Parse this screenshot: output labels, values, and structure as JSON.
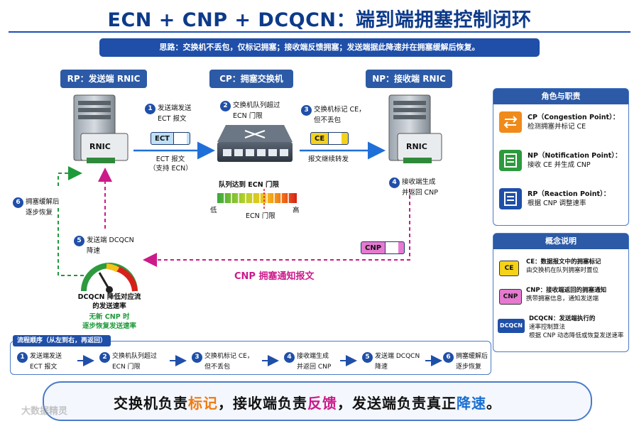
{
  "title": "ECN + CNP + DCQCN：端到端拥塞控制闭环",
  "subtitle": "思路：交换机不丢包，仅标记拥塞；接收端反馈拥塞；发送端据此降速并在拥塞缓解后恢复。",
  "roles": {
    "rp": "RP：发送端 RNIC",
    "cp": "CP：拥塞交换机",
    "np": "NP：接收端 RNIC"
  },
  "rnic_label": "RNIC",
  "steps": {
    "s1": {
      "num": "1",
      "text1": "发送端发送",
      "text2": "ECT 报文"
    },
    "s2": {
      "num": "2",
      "text1": "交换机队列超过",
      "text2": "ECN 门限"
    },
    "s3": {
      "num": "3",
      "text1": "交换机标记 CE，",
      "text2": "但不丢包"
    },
    "s4": {
      "num": "4",
      "text1": "接收端生成",
      "text2": "并返回 CNP"
    },
    "s5": {
      "num": "5",
      "text1": "发送端 DCQCN",
      "text2": "降速"
    },
    "s6": {
      "num": "6",
      "text1": "拥塞缓解后",
      "text2": "逐步恢复"
    }
  },
  "packets": {
    "ect": "ECT",
    "ce": "CE",
    "cnp": "CNP"
  },
  "labels": {
    "ect_packet1": "ECT 报文",
    "ect_packet2": "（支持 ECN）",
    "forward": "报文继续转发",
    "queue": "队列达到 ECN 门限",
    "low": "低",
    "high": "高",
    "threshold": "ECN 门限",
    "cnp_msg": "CNP 拥塞通知报文",
    "dcqcn1": "DCQCN 降低对应流",
    "dcqcn2": "的发送速率",
    "recover1": "无新 CNP 时",
    "recover2": "逐步恢复发送速率"
  },
  "roles_panel": {
    "title": "角色与职责",
    "items": [
      {
        "name": "CP（Congestion Point）：",
        "desc": "检测拥塞并标记 CE"
      },
      {
        "name": "NP（Notification Point）：",
        "desc": "接收 CE 并生成 CNP"
      },
      {
        "name": "RP（Reaction Point）：",
        "desc": "根据 CNP 调整速率"
      }
    ]
  },
  "concepts_panel": {
    "title": "概念说明",
    "items": [
      {
        "tag": "CE",
        "line1": "CE：数据报文中的拥塞标记",
        "line2": "由交换机在队列拥塞时置位"
      },
      {
        "tag": "CNP",
        "line1": "CNP：接收端返回的拥塞通知",
        "line2": "携带拥塞信息，通知发送端"
      },
      {
        "tag": "DCQCN",
        "line1": "DCQCN：发送端执行的",
        "line2": "速率控制算法",
        "line3": "根据 CNP 动态降低或恢复发送速率"
      }
    ]
  },
  "flow": {
    "title": "流程顺序（从左到右，再返回）",
    "steps": [
      {
        "num": "1",
        "l1": "发送端发送",
        "l2": "ECT 报文"
      },
      {
        "num": "2",
        "l1": "交换机队列超过",
        "l2": "ECN 门限"
      },
      {
        "num": "3",
        "l1": "交换机标记 CE，",
        "l2": "但不丢包"
      },
      {
        "num": "4",
        "l1": "接收端生成",
        "l2": "并返回 CNP"
      },
      {
        "num": "5",
        "l1": "发送端 DCQCN",
        "l2": "降速"
      },
      {
        "num": "6",
        "l1": "拥塞缓解后",
        "l2": "逐步恢复"
      }
    ]
  },
  "bottom": {
    "p1": "交换机负责",
    "h1": "标记",
    "p2": "，接收端负责",
    "h2": "反馈",
    "p3": "，发送端负责真正",
    "h3": "降速",
    "p4": "。"
  },
  "watermark": "大数据精灵",
  "colors": {
    "primary": "#1f4fa8",
    "forward_arrow": "#1f6fd8",
    "cnp_magenta": "#cc1a8a",
    "recover_green": "#1f9a3a",
    "ce_yellow": "#f5d21a",
    "cp_orange": "#f08a1a",
    "np_green": "#2e9a3e"
  }
}
